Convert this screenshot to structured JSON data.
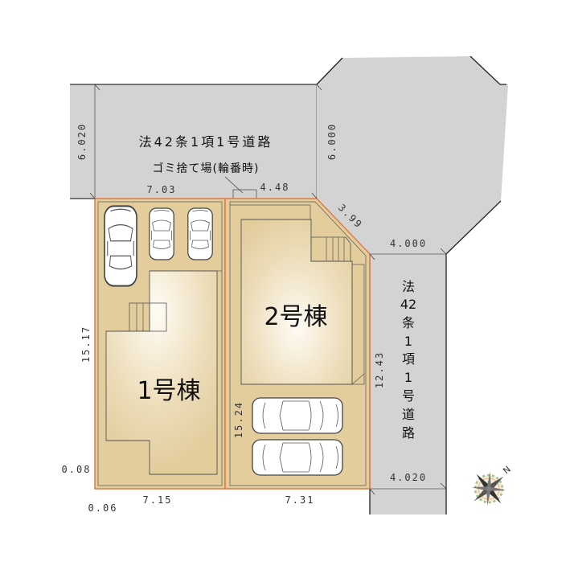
{
  "roads": {
    "north": {
      "label": "法42条1項1号道路",
      "sub_label": "ゴミ捨て場(輪番時)",
      "width_left": "6.020",
      "width_right": "6.000"
    },
    "east": {
      "label_chars": [
        "法",
        "42",
        "条",
        "1",
        "項",
        "1",
        "号",
        "道",
        "路"
      ],
      "width_top": "4.000",
      "width_bottom": "4.020"
    }
  },
  "lots": {
    "lot1": {
      "label": "1号棟",
      "frontage": "7.03",
      "depth": "15.17",
      "rear_width": "7.15",
      "offset_side": "0.08",
      "offset_corner": "0.06",
      "parking_spaces": 3
    },
    "lot2": {
      "label": "2号棟",
      "frontage": "4.48",
      "corner_cut": "3.99",
      "depth_east": "12.43",
      "depth_west": "15.24",
      "rear_width": "7.31",
      "parking_spaces": 2
    }
  },
  "compass": {
    "north_label": "N"
  },
  "colors": {
    "road": "#d3d3d3",
    "lot_fill": "#e3cd9c",
    "lot_border": "#e07a4a",
    "building_center": "#fdf8ee",
    "line": "#333333"
  }
}
